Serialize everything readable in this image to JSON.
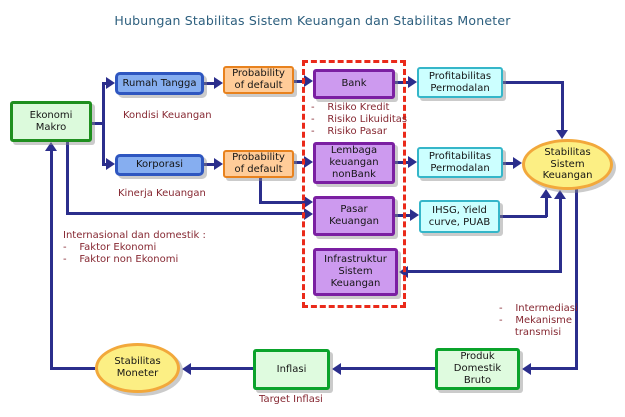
{
  "title": "Hubungan Stabilitas Sistem Keuangan dan Stabilitas Moneter",
  "nodes": {
    "ekonomi_makro": "Ekonomi\nMakro",
    "rumah_tangga": "Rumah Tangga",
    "korporasi": "Korporasi",
    "probability_of_default_1": "Probability\nof default",
    "probability_of_default_2": "Probability\nof default",
    "bank": "Bank",
    "lembaga_keuangan_nonbank": "Lembaga\nkeuangan\nnonBank",
    "pasar_keuangan": "Pasar\nKeuangan",
    "infrastruktur_sistem_keuangan": "Infrastruktur\nSistem\nKeuangan",
    "profitabilitas_permodalan_1": "Profitabilitas\nPermodalan",
    "profitabilitas_permodalan_2": "Profitabilitas\nPermodalan",
    "ihsg_yield_curve_puab": "IHSG, Yield\ncurve, PUAB",
    "stabilitas_sistem_keuangan": "Stabilitas\nSistem\nKeuangan",
    "stabilitas_moneter": "Stabilitas\nMoneter",
    "inflasi": "Inflasi",
    "produk_domestik_bruto": "Produk\nDomestik\nBruto"
  },
  "labels": {
    "kondisi_keuangan": "Kondisi Keuangan",
    "kinerja_keuangan": "Kinerja Keuangan",
    "risiko_list": "-    Risiko Kredit\n-    Risiko Likuiditas\n-    Risiko Pasar",
    "internasional_block": "Internasional dan domestik :\n-    Faktor Ekonomi\n-    Faktor non Ekonomi",
    "intermediasi_block": "-    Intermediasi\n-    Mekanisme\n     transmisi",
    "target_inflasi": "Target Inflasi"
  },
  "colors": {
    "title_text": "#2D5F7E",
    "connector": "#2B2E8C",
    "annotation_text": "#862832",
    "risk_outline": "#EA2A1A",
    "macro_fill": "#DCFADC",
    "macro_border": "#1F8F1F",
    "sector_fill": "#86AEF0",
    "sector_border": "#2E56C0",
    "default_fill": "#FFCC99",
    "default_border": "#E8821E",
    "institution_fill": "#CD9AEF",
    "institution_border": "#7B1FA2",
    "indicator_fill": "#CCFFFF",
    "indicator_border": "#35B6C9",
    "stability_fill": "#FCEF84",
    "stability_border": "#F2A83B",
    "outcome_fill": "#DFFBDF",
    "outcome_border": "#0AA32B"
  }
}
